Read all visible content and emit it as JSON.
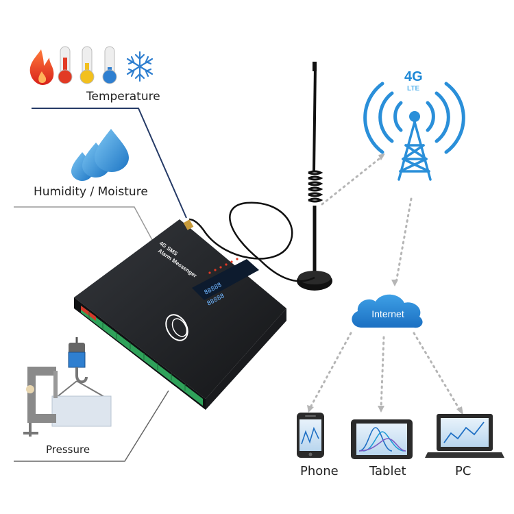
{
  "sensors": {
    "temperature": "Temperature",
    "humidity": "Humidity / Moisture",
    "pressure": "Pressure"
  },
  "network": {
    "tower_badge": "4G",
    "tower_sub": "LTE",
    "cloud": "Internet"
  },
  "device": {
    "line1": "4G SMS",
    "line2": "Alarm Messenger"
  },
  "clients": {
    "phone": "Phone",
    "tablet": "Tablet",
    "pc": "PC"
  },
  "colors": {
    "accent_blue": "#1e88d6",
    "light_blue": "#5ab4ec",
    "line_dark": "#253a66",
    "line_gray": "#8a8a8a",
    "device_body": "#1d1f22",
    "terminal_green": "#2fa25a",
    "flame_red": "#e53a24"
  },
  "icons": [
    "flame-icon",
    "thermometer-icon",
    "snowflake-icon",
    "water-drop-icon",
    "crane-hook-icon",
    "c-clamp-icon",
    "cell-tower-icon",
    "cloud-icon",
    "smartphone-icon",
    "tablet-icon",
    "laptop-icon",
    "antenna-icon"
  ]
}
